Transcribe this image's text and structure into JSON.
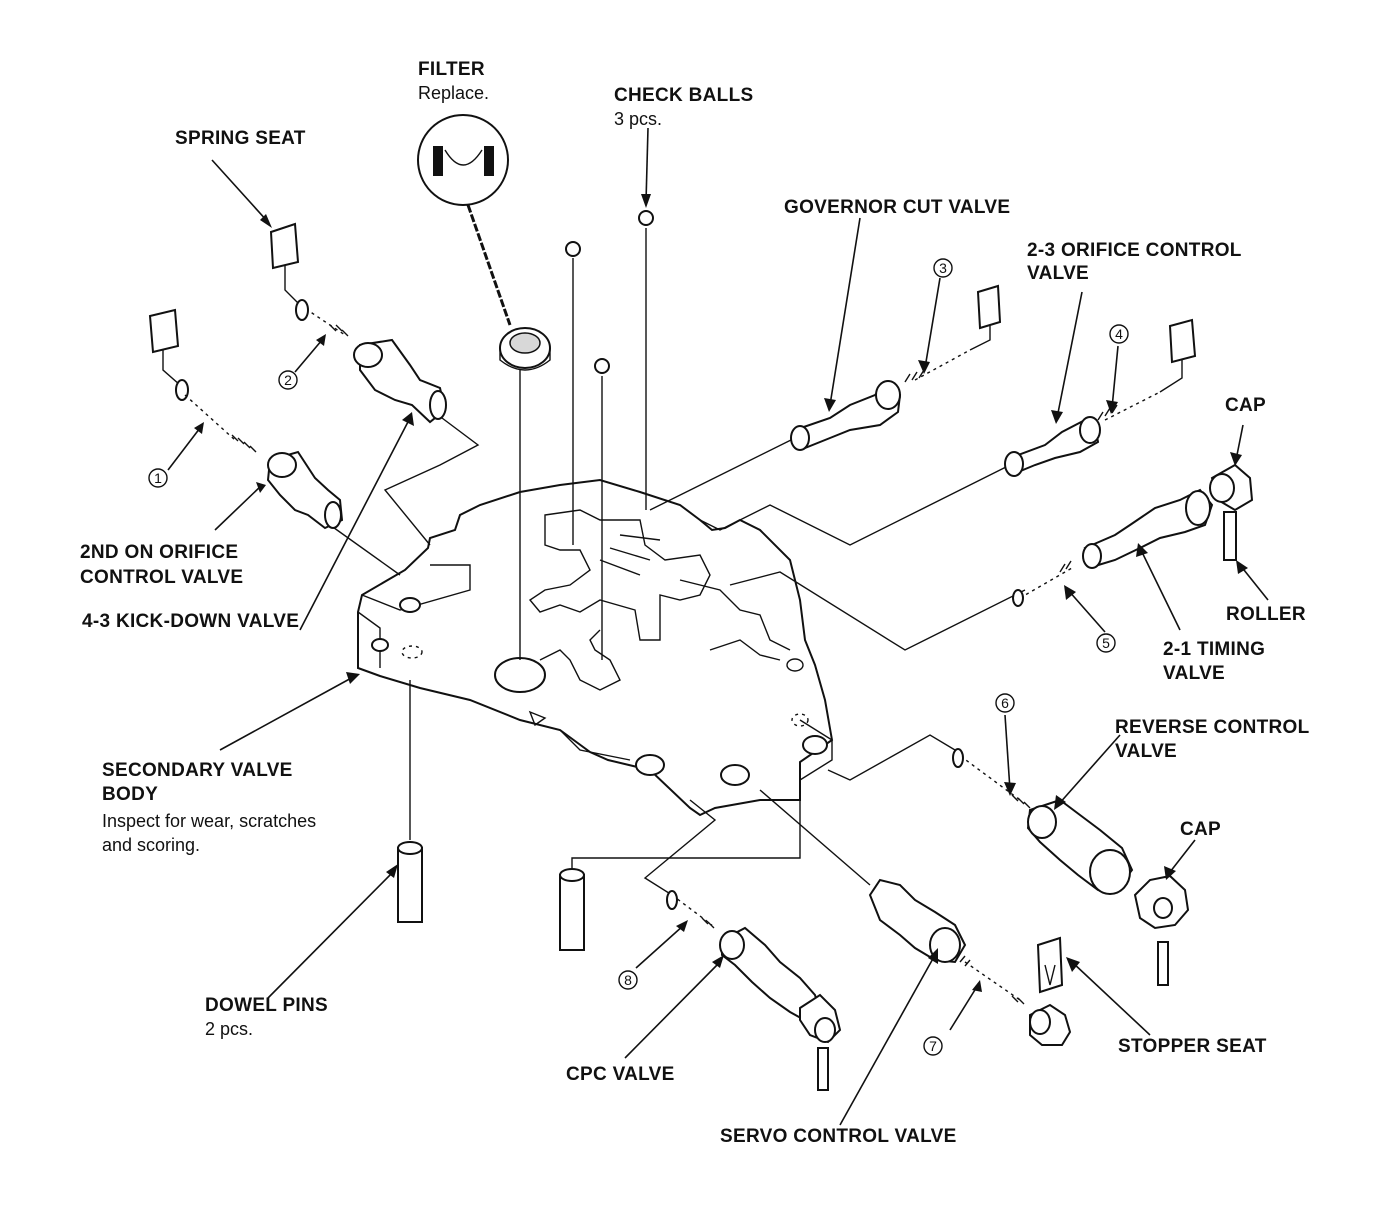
{
  "labels": {
    "filter": "FILTER",
    "filter_note": "Replace.",
    "check_balls": "CHECK BALLS",
    "check_balls_count": "3 pcs.",
    "spring_seat": "SPRING SEAT",
    "governor_cut_valve": "GOVERNOR CUT VALVE",
    "orifice_23_line1": "2-3 ORIFICE CONTROL",
    "orifice_23_line2": "VALVE",
    "cap_top": "CAP",
    "roller": "ROLLER",
    "timing_21_line1": "2-1 TIMING",
    "timing_21_line2": "VALVE",
    "reverse_line1": "REVERSE CONTROL",
    "reverse_line2": "VALVE",
    "cap_bottom": "CAP",
    "stopper_seat": "STOPPER SEAT",
    "servo_control_valve": "SERVO CONTROL VALVE",
    "cpc_valve": "CPC VALVE",
    "dowel_pins": "DOWEL PINS",
    "dowel_pins_count": "2 pcs.",
    "secondary_line1": "SECONDARY VALVE",
    "secondary_line2": "BODY",
    "secondary_note1": "Inspect for wear, scratches",
    "secondary_note2": "and scoring.",
    "kickdown_43": "4-3 KICK-DOWN VALVE",
    "orifice_2nd_line1": "2ND ON ORIFICE",
    "orifice_2nd_line2": "CONTROL VALVE"
  },
  "callouts": [
    "1",
    "2",
    "3",
    "4",
    "5",
    "6",
    "7",
    "8"
  ]
}
